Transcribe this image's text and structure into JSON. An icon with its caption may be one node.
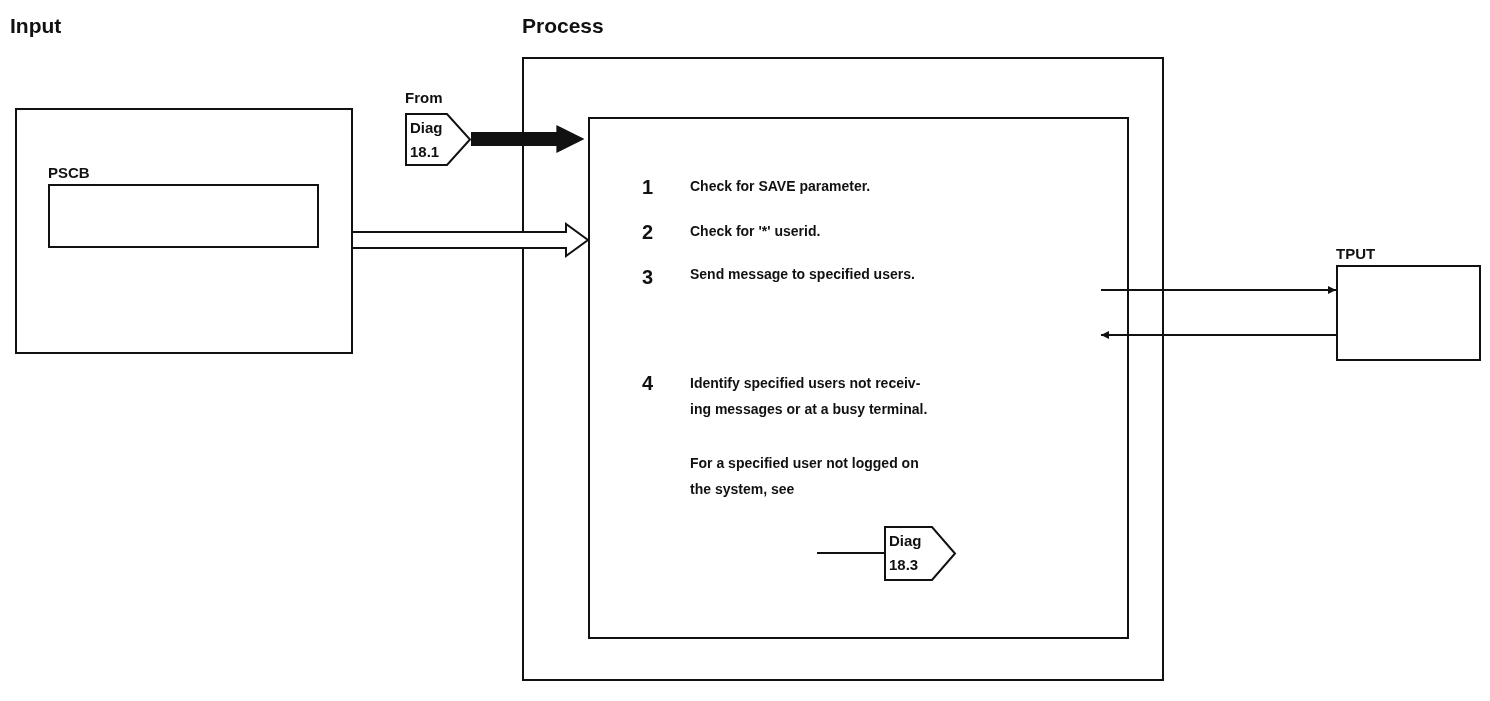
{
  "diagram": {
    "nodes": [
      {
        "text": [],
        "shape": "box"
      },
      {
        "text": [
          "PSCB"
        ],
        "in": 0
      },
      {
        "text": [
          "Diag 18.1"
        ],
        "beside": [
          "From"
        ]
      },
      {
        "text": [],
        "shape": "box"
      },
      {
        "text": [
          "1",
          "Check for SAVE parameter.",
          "2",
          "Check for '*' userid.",
          "3",
          "Send message to specified users.",
          "4",
          "Identify specified users not receiv- ing messages or at a busy terminal.",
          "For a specified user not logged on the system, see"
        ],
        "in": 3
      },
      {
        "text": [
          "Diag 18.3"
        ],
        "in": 4
      },
      {
        "text": [
          "TPUT"
        ]
      }
    ],
    "edges": [
      {
        "from": 2,
        "to": 4,
        "arrow": "to",
        "style": "thick"
      },
      {
        "from": 0,
        "to": 4,
        "arrow": "to",
        "style": "thick"
      },
      {
        "from": 4,
        "to": 6,
        "arrow": "to"
      },
      {
        "from": 6,
        "to": 4,
        "arrow": "to"
      },
      {
        "from": null,
        "to": 5,
        "arrow": "none"
      }
    ],
    "labels": [
      "Input",
      "Process"
    ]
  }
}
